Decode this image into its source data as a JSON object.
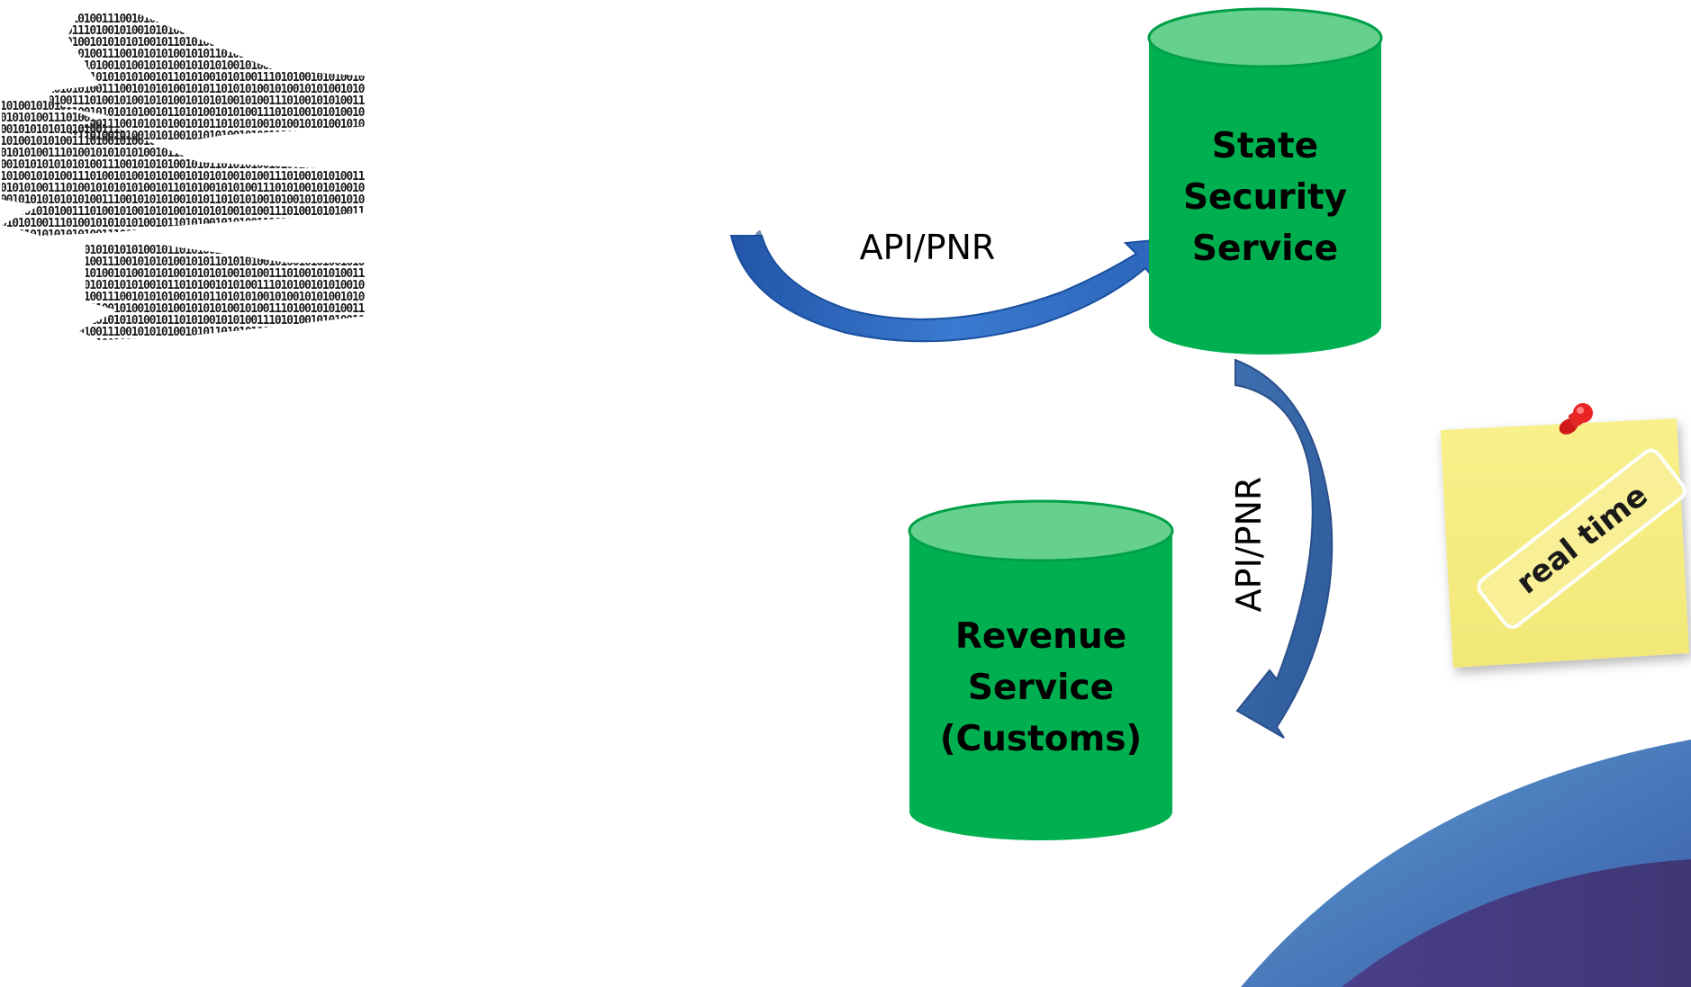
{
  "diagram": {
    "nodes": {
      "state_security": {
        "lines": [
          "State",
          "Security",
          "Service"
        ]
      },
      "revenue_service": {
        "lines": [
          "Revenue",
          "Service",
          "(Customs)"
        ]
      }
    },
    "edges": {
      "to_state_security": {
        "label": "API/PNR"
      },
      "to_revenue_service": {
        "label": "API/PNR"
      }
    },
    "note": {
      "text": "real time"
    },
    "planes": {
      "binary_strings": [
        "0010101010101010011100101010100101011010101001010010101001010",
        "1010010101001110100101001010100101010100101001110100101010011",
        "0101010011101001010101010010110101001010100111010100101010010"
      ]
    }
  },
  "colors": {
    "cylinder_body": "#00b050",
    "cylinder_top": "#66d08e",
    "cylinder_outline": "#00a048",
    "arrow_top": "#1f5fb8",
    "arrow_side": "#3d6fb0",
    "note_paper": "#f7ef88",
    "note_band": "#f9f099",
    "pin_red": "#e62020",
    "corner_blue": "#4a7fbf",
    "corner_purple": "#453e80"
  }
}
